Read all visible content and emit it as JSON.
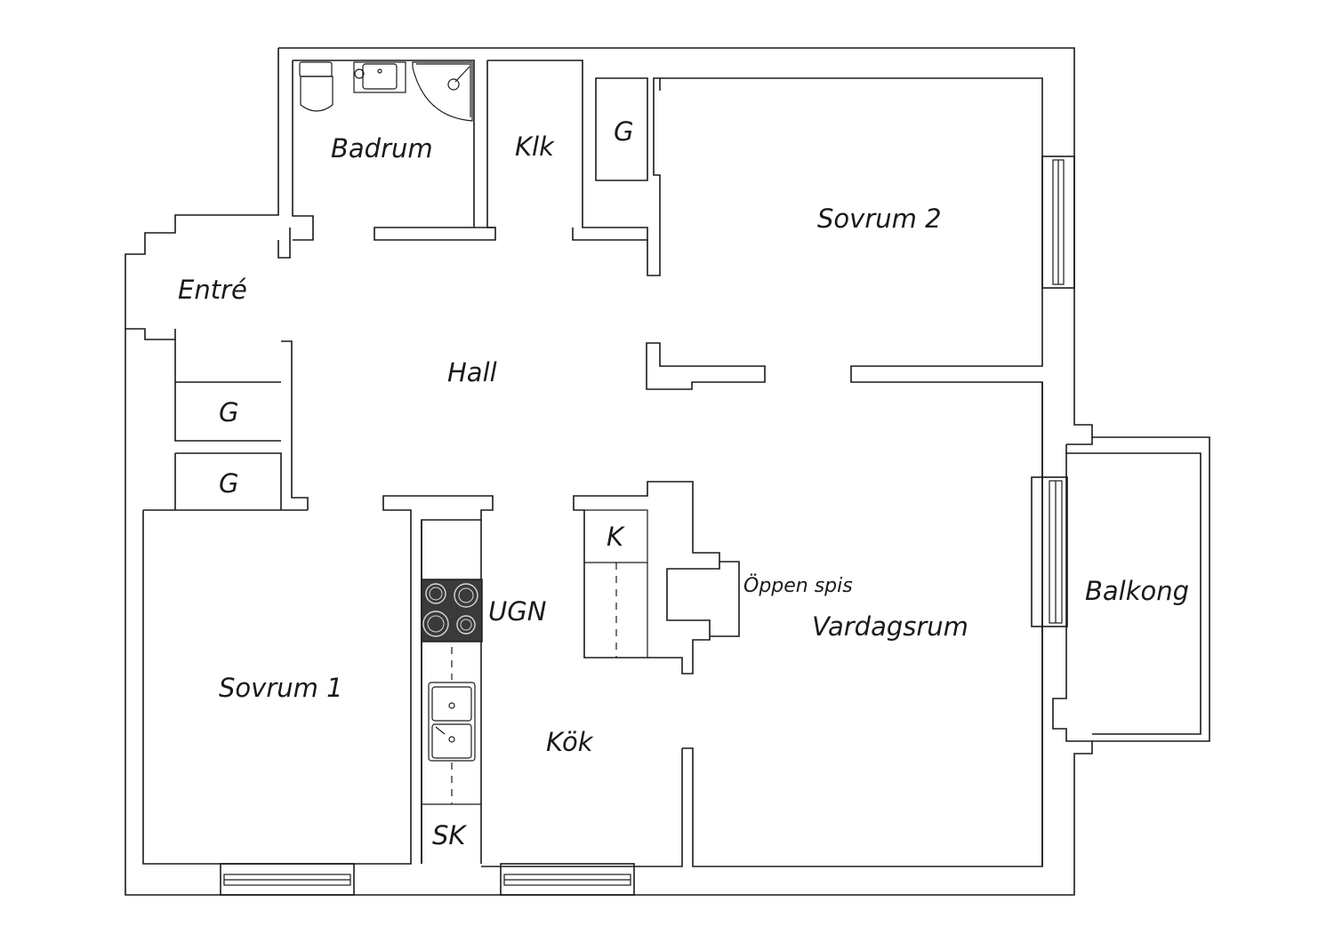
{
  "plan": {
    "rooms": {
      "badrum": "Badrum",
      "klk": "Klk",
      "sovrum2": "Sovrum 2",
      "entre": "Entré",
      "hall": "Hall",
      "sovrum1": "Sovrum 1",
      "kok": "Kök",
      "vardagsrum": "Vardagsrum",
      "balkong": "Balkong"
    },
    "fixtures": {
      "g_top": "G",
      "g_mid1": "G",
      "g_mid2": "G",
      "k": "K",
      "ugn": "UGN",
      "sk": "SK",
      "oppen_spis": "Öppen spis"
    }
  },
  "colors": {
    "line": "#1a1a1a",
    "stove": "#3a3a3a",
    "background": "#ffffff"
  }
}
